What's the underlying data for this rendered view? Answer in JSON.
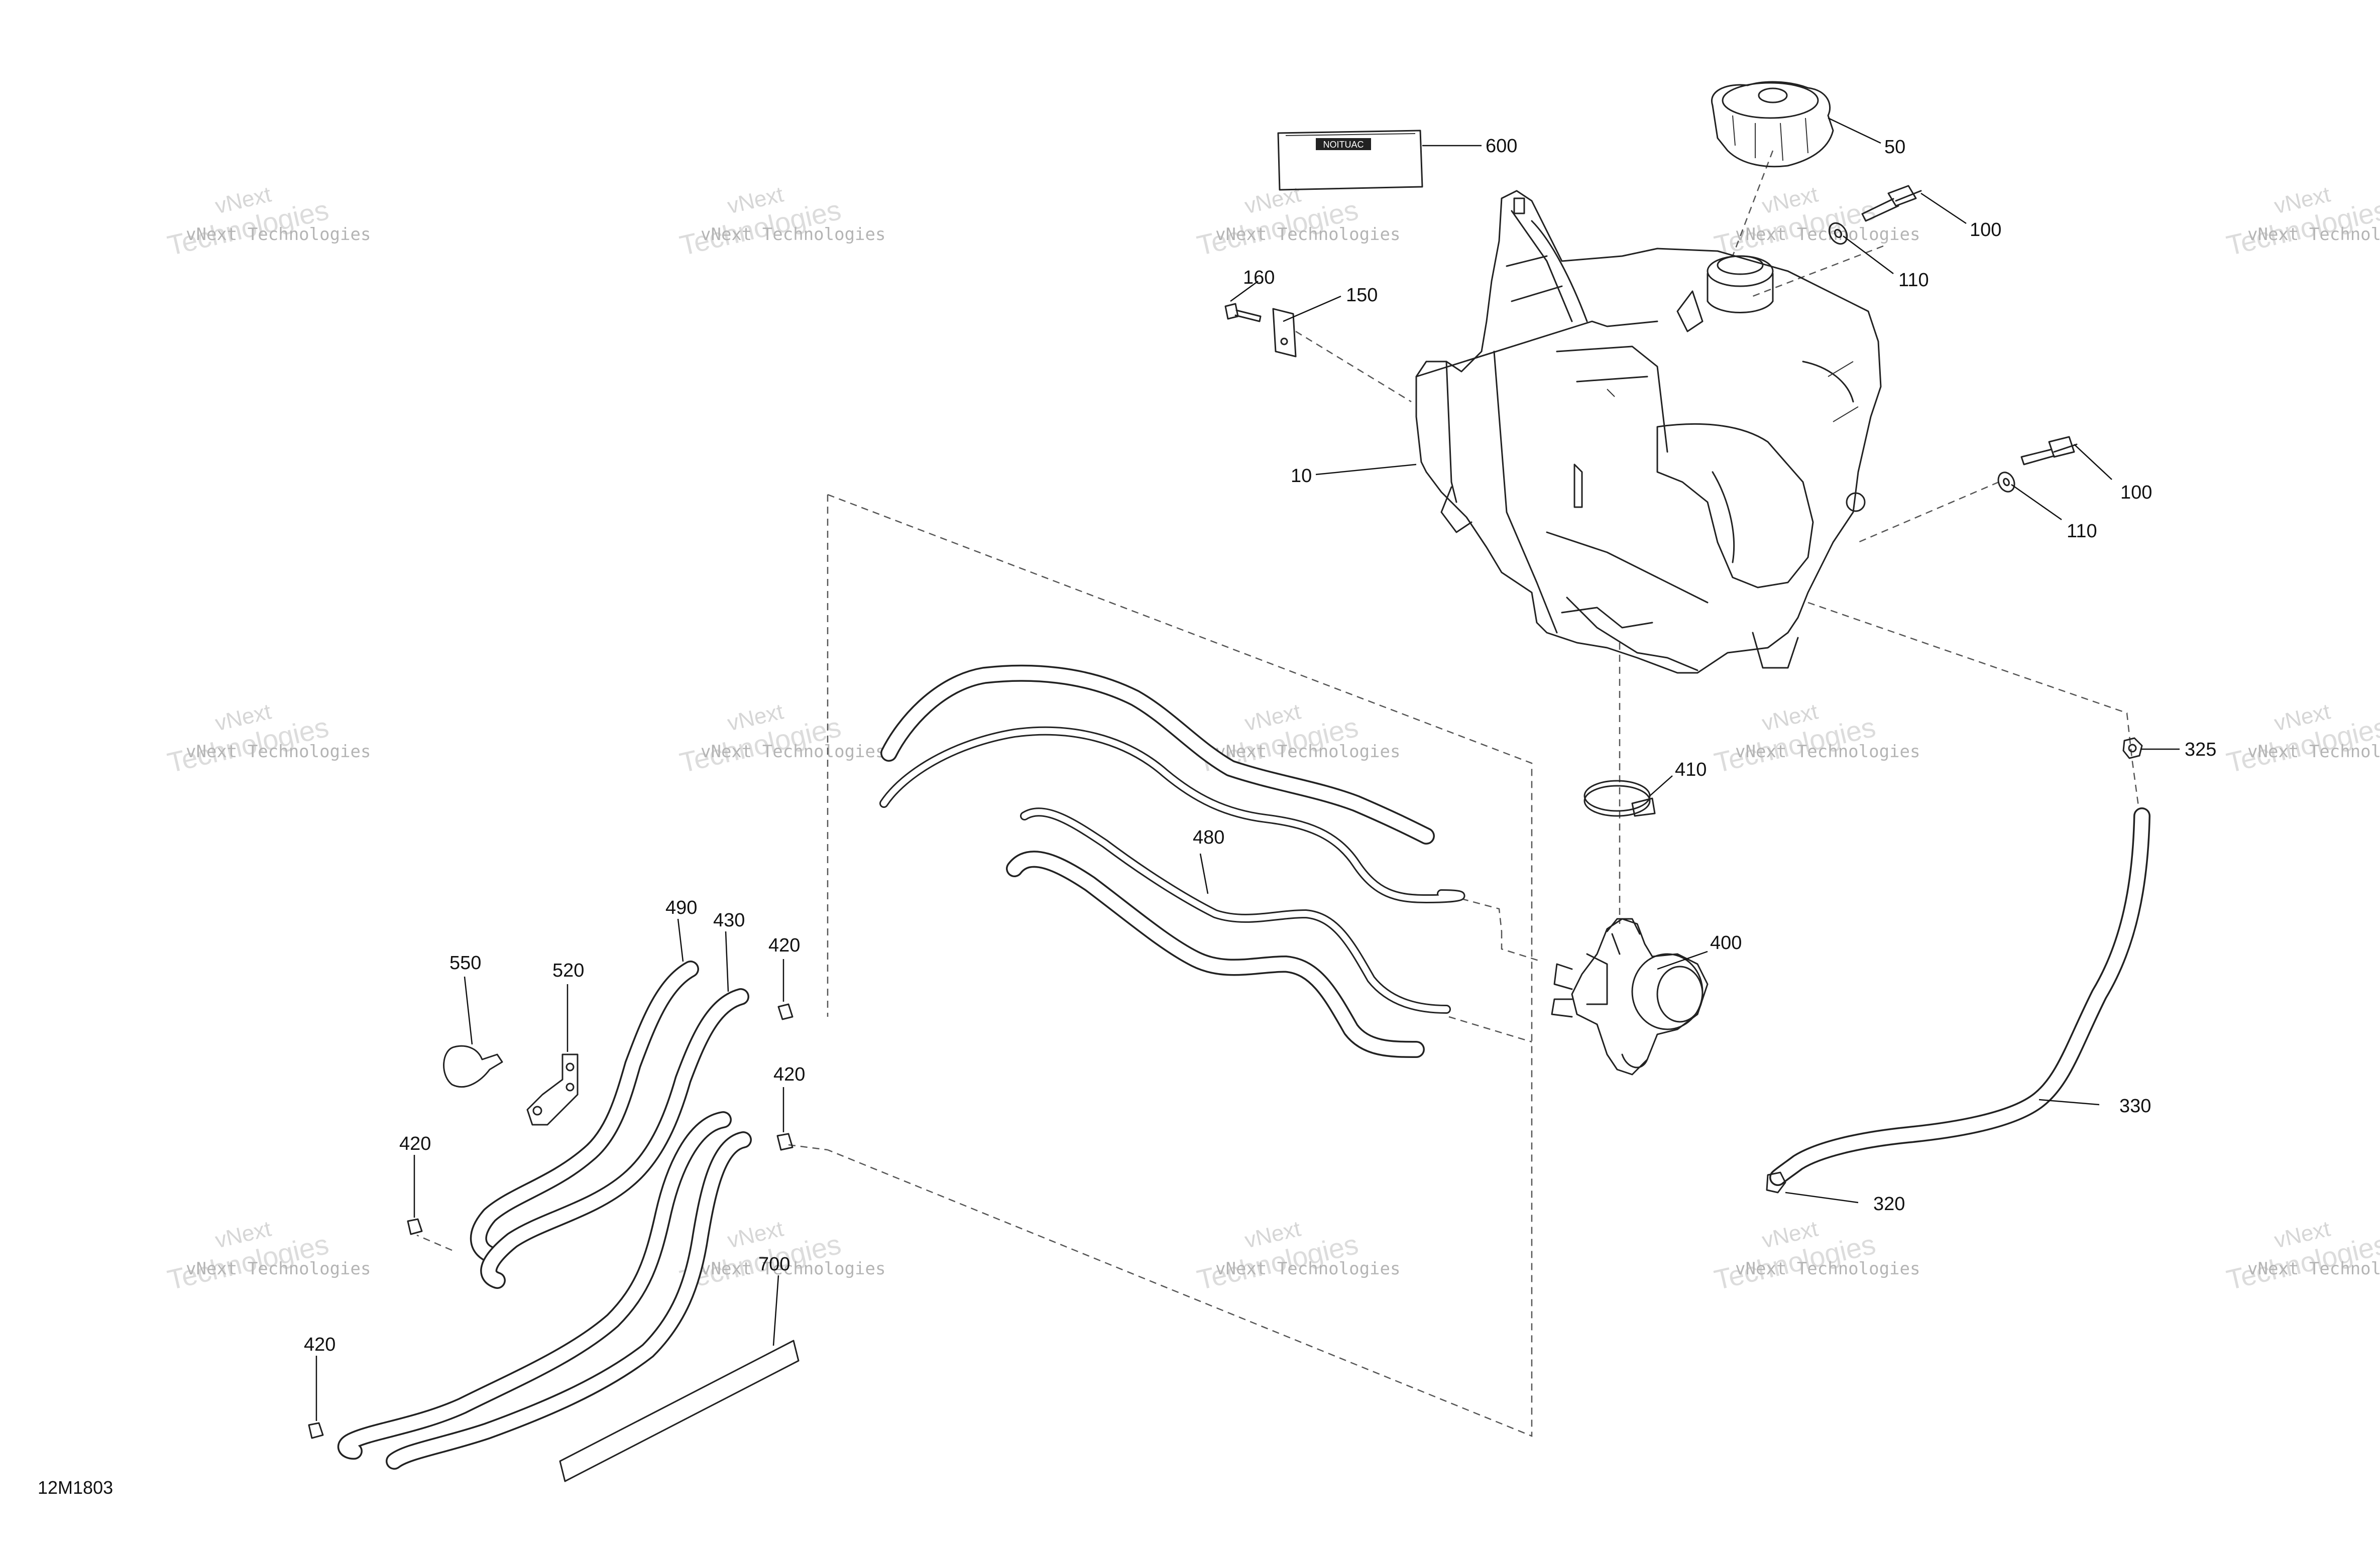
{
  "diagram": {
    "reference_code": "12M1803",
    "callouts": [
      {
        "id": "600",
        "text": "600"
      },
      {
        "id": "50",
        "text": "50"
      },
      {
        "id": "100a",
        "text": "100"
      },
      {
        "id": "110a",
        "text": "110"
      },
      {
        "id": "160",
        "text": "160"
      },
      {
        "id": "150",
        "text": "150"
      },
      {
        "id": "10",
        "text": "10"
      },
      {
        "id": "100b",
        "text": "100"
      },
      {
        "id": "110b",
        "text": "110"
      },
      {
        "id": "325",
        "text": "325"
      },
      {
        "id": "410",
        "text": "410"
      },
      {
        "id": "480",
        "text": "480"
      },
      {
        "id": "400",
        "text": "400"
      },
      {
        "id": "490",
        "text": "490"
      },
      {
        "id": "430",
        "text": "430"
      },
      {
        "id": "420a",
        "text": "420"
      },
      {
        "id": "550",
        "text": "550"
      },
      {
        "id": "520",
        "text": "520"
      },
      {
        "id": "420b",
        "text": "420"
      },
      {
        "id": "420c",
        "text": "420"
      },
      {
        "id": "330",
        "text": "330"
      },
      {
        "id": "320",
        "text": "320"
      },
      {
        "id": "700",
        "text": "700"
      },
      {
        "id": "420d",
        "text": "420"
      }
    ],
    "watermark": {
      "text": "vNext Technologies",
      "big_text": "Technologies",
      "small_text": "vNext"
    },
    "decal_text": "NOITUAC"
  }
}
